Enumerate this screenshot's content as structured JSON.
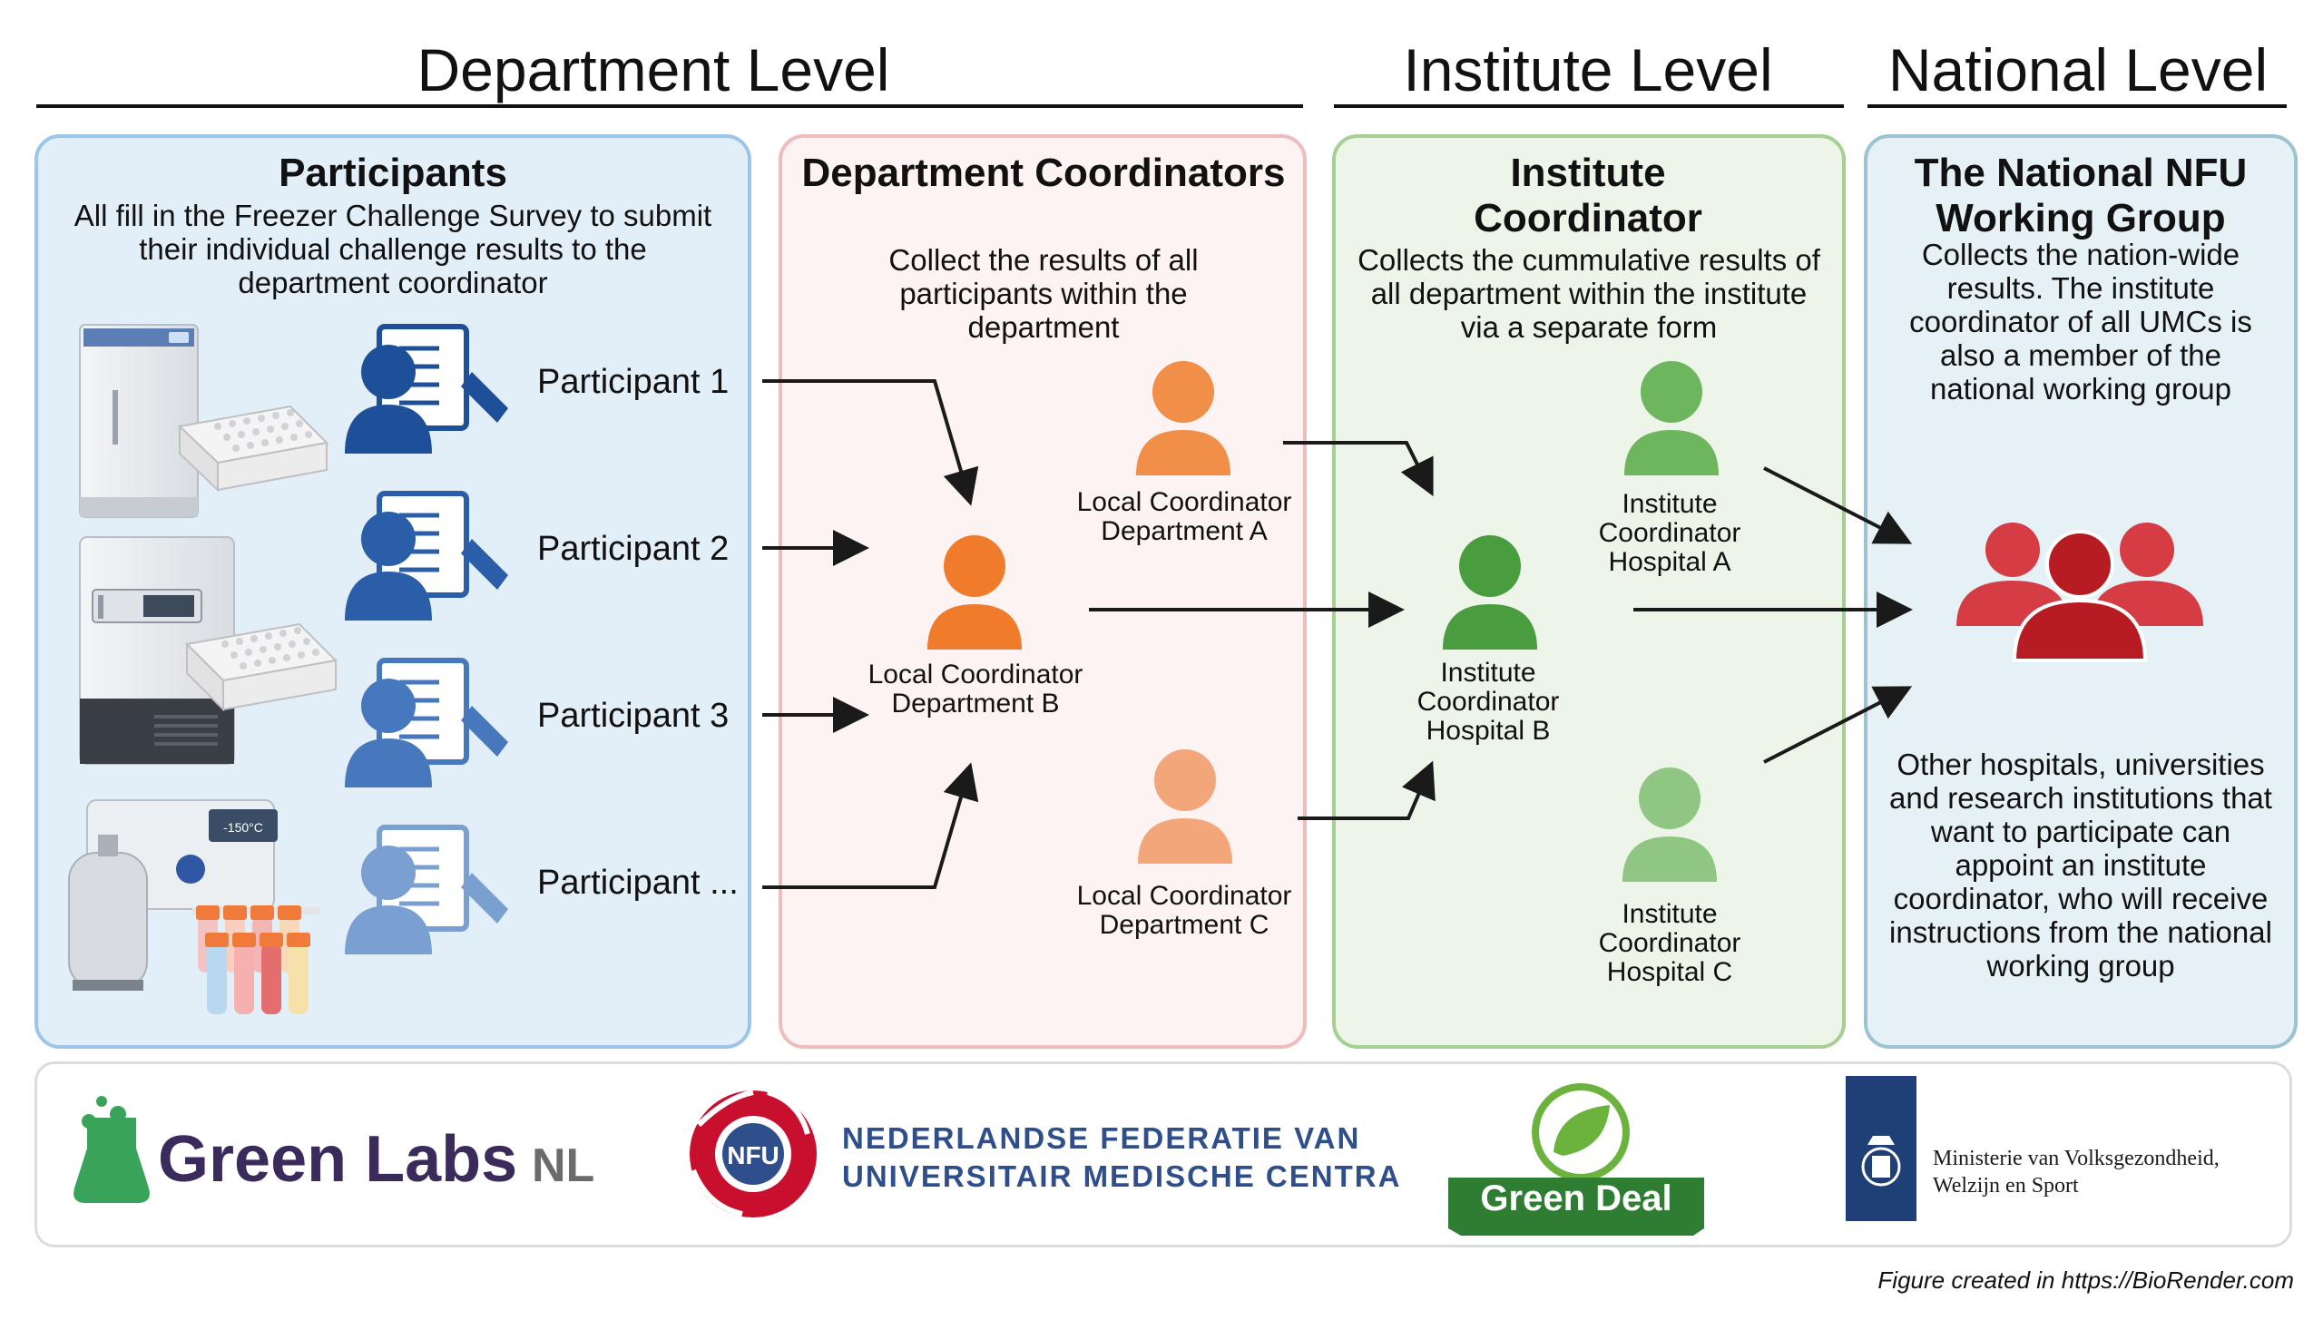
{
  "levels": {
    "department": "Department Level",
    "institute": "Institute Level",
    "national": "National Level"
  },
  "participants_panel": {
    "title": "Participants",
    "description": "All fill in the Freezer Challenge Survey to submit their individual challenge results to the department coordinator",
    "items": [
      "Participant 1",
      "Participant 2",
      "Participant 3",
      "Participant ..."
    ]
  },
  "department_panel": {
    "title": "Department Coordinators",
    "description": "Collect the results of all participants within the department",
    "coordinators": [
      "Local Coordinator Department A",
      "Local Coordinator Department B",
      "Local Coordinator Department C"
    ]
  },
  "institute_panel": {
    "title": "Institute Coordinator",
    "description": "Collects the cummulative results of all department within the institute via a separate form",
    "coordinators": [
      "Institute Coordinator Hospital A",
      "Institute Coordinator Hospital B",
      "Institute Coordinator Hospital C"
    ]
  },
  "national_panel": {
    "title": "The National NFU Working Group",
    "description": "Collects the nation-wide results. The institute coordinator of all UMCs is also a member of the national working group",
    "note": "Other hospitals, universities and research institutions that want to participate can appoint an institute coordinator, who will receive instructions from the national working group"
  },
  "freezer_display": "-150°C",
  "logos": {
    "greenlabs_main": "Green Labs",
    "greenlabs_suffix": "NL",
    "nfu_badge": "NFU",
    "nfu_line1": "NEDERLANDSE FEDERATIE VAN",
    "nfu_line2": "UNIVERSITAIR MEDISCHE CENTRA",
    "greendeal": "Green Deal",
    "ministry_line1": "Ministerie van Volksgezondheid,",
    "ministry_line2": "Welzijn en Sport"
  },
  "credit": "Figure created in https://BioRender.com",
  "colors": {
    "participants_bg": "#e3eff8",
    "participants_border": "#9cc5e8",
    "department_bg": "#fdf3f2",
    "department_border": "#eebcbc",
    "institute_bg": "#ecf5e8",
    "institute_border": "#a6cf94",
    "national_bg": "#e6f1f5",
    "national_border": "#9cc3d1",
    "orange_dark": "#ef7b2b",
    "orange_mid": "#f18e47",
    "orange_light": "#f4a67b",
    "green_dark": "#4a9d3f",
    "green_mid": "#6db65e",
    "green_light": "#90c683",
    "red_group": "#c9252c",
    "blue_person": "#1e4f99",
    "greenlabs_purple": "#3b2a5c",
    "greenlabs_green": "#3aa35a",
    "nfu_red": "#c8102e",
    "nfu_blue": "#2e4e8c",
    "greendeal_green": "#2e7d32",
    "ministry_blue": "#1f3f77"
  }
}
